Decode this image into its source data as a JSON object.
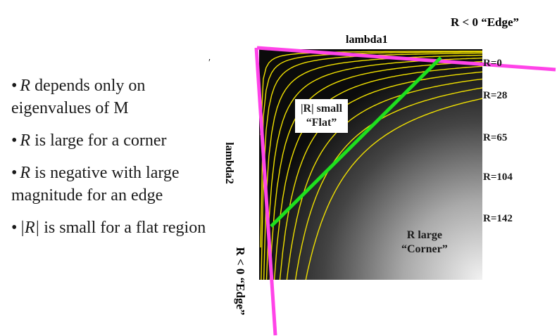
{
  "bullets": [
    {
      "prefix": "•",
      "var": "R",
      "text": " depends only on eigenvalues of M"
    },
    {
      "prefix": "•",
      "var": "R",
      "text": " is large for a corner"
    },
    {
      "prefix": "•",
      "var": "R",
      "text": " is negative with large magnitude for an edge"
    },
    {
      "prefix": "•",
      "var": "|R|",
      "text": " is small for a flat region"
    }
  ],
  "tick_mark": "′",
  "figure": {
    "top_edge_label": "R < 0  “Edge”",
    "lambda1_label": "lambda1",
    "lambda2_label": "lambda2",
    "left_edge_label": "R < 0  “Edge”",
    "r_levels": [
      "R=0",
      "R=28",
      "R=65",
      "R=104",
      "R=142"
    ],
    "flat_region": {
      "line1": "|R| small",
      "line2": "“Flat”"
    },
    "corner_region": {
      "line1": "R large",
      "line2": "“Corner”"
    },
    "colors": {
      "contour": "#f0e000",
      "threshold_line": "#1ee01e",
      "edge_boundary": "#ff44e8"
    }
  }
}
